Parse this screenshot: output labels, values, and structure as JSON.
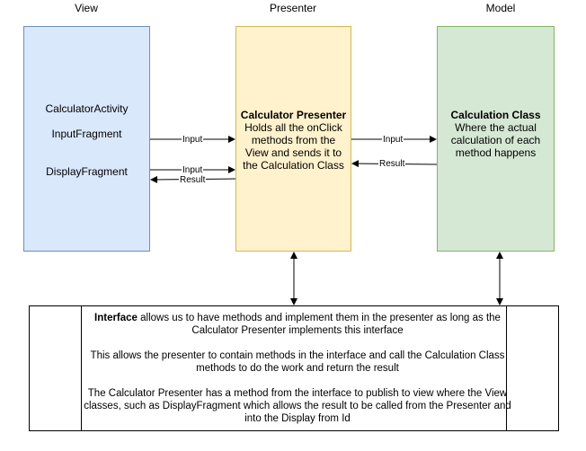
{
  "columns": {
    "view": "View",
    "presenter": "Presenter",
    "model": "Model"
  },
  "view_box": {
    "items": [
      "CalculatorActivity",
      "InputFragment",
      "DisplayFragment"
    ]
  },
  "presenter_box": {
    "title": "Calculator Presenter",
    "body": "Holds all the onClick methods from the View and sends it to the Calculation Class"
  },
  "model_box": {
    "title": "Calculation Class",
    "body": "Where the actual calculation of each method happens"
  },
  "arrows": {
    "input_label": "Input",
    "result_label": "Result"
  },
  "interface_box": {
    "p1_bold": "Interface",
    "p1_rest": " allows us to have methods and implement them in the presenter as long as the Calculator Presenter implements this interface",
    "p2": "This allows the presenter to contain methods in the interface and call the Calculation Class methods to do the work and return the result",
    "p3": "The Calculator Presenter has a method from the interface to publish to view where the View classes, such as DisplayFragment which allows the result to be called from the Presenter and into the Display from Id"
  },
  "colors": {
    "view_fill": "#dae8fc",
    "presenter_fill": "#fff2cc",
    "model_fill": "#d5e8d4"
  }
}
